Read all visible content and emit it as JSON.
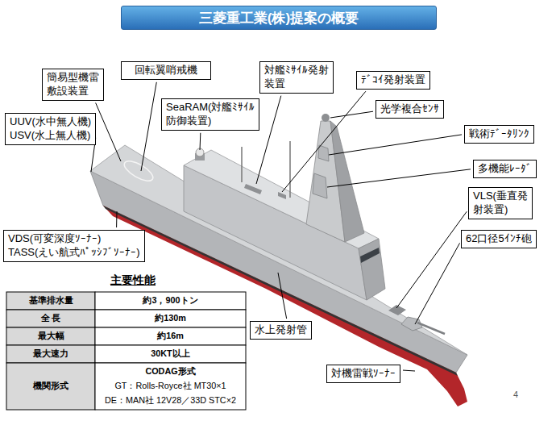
{
  "diagram": {
    "title": "三菱重工業(株)提案の概要",
    "nodes": [
      {
        "text": [
          "簡易型機雷 敷設装置"
        ]
      },
      {
        "text": [
          "回転翼哨戒機"
        ]
      },
      {
        "text": [
          "対艦ﾐｻｲﾙ発射 装置"
        ]
      },
      {
        "text": [
          "ﾃﾞｺｲ発射装置"
        ]
      },
      {
        "text": [
          "UUV(水中無人機)",
          "USV(水上無人機)"
        ]
      },
      {
        "text": [
          "SeaRAM(対艦ﾐｻｲﾙ 防御装置)"
        ]
      },
      {
        "text": [
          "光学複合ｾﾝｻ"
        ]
      },
      {
        "text": [
          "戦術ﾃﾞｰﾀﾘﾝｸ"
        ]
      },
      {
        "text": [
          "多機能ﾚｰﾀﾞ"
        ]
      },
      {
        "text": [
          "VLS(垂直発 射装置)"
        ]
      },
      {
        "text": [
          "62口径5ｲﾝﾁ砲"
        ]
      },
      {
        "text": [
          "VDS(可変深度ｿｰﾅｰ)",
          "TASS(えい航式ﾊﾟｯｼﾌﾞｿｰﾅｰ)"
        ]
      },
      {
        "text": [
          "水上発射管"
        ]
      },
      {
        "text": [
          "対機雷戦ｿｰﾅｰ"
        ]
      }
    ],
    "labels": [
      "主要性能",
      "基準排水量",
      "約3，900トン",
      "全 長",
      "約130m",
      "最大幅",
      "約16m",
      "最大速力",
      "30KT以上",
      "機関形式",
      "CODAG形式",
      "GT：Rolls-Royce社 MT30×1",
      "DE：MAN社 12V28／33D STC×2",
      "4"
    ]
  }
}
